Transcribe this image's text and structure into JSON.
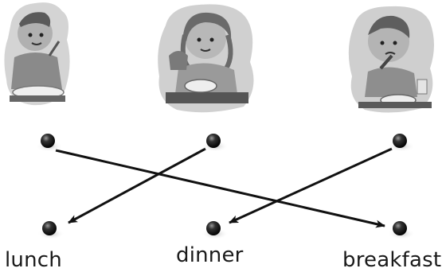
{
  "words": [
    "lunch",
    "dinner",
    "breakfast"
  ],
  "pictures": [
    {
      "icon": "boy-eating-meal-picture"
    },
    {
      "icon": "girl-eating-meal-picture"
    },
    {
      "icon": "boy-eating-with-spoon-picture"
    }
  ],
  "colors": {
    "ink": "#1a1a1a",
    "picture_gray": "#c8c8c8"
  }
}
